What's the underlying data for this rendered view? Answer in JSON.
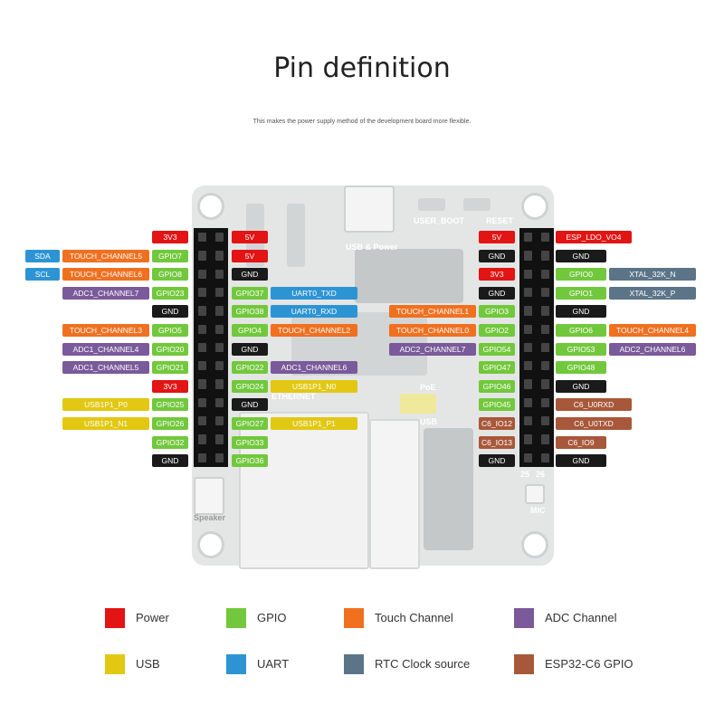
{
  "title": "Pin definition",
  "subtitle": "This makes the power supply method of the development board more flexible.",
  "colors": {
    "power": "#e21414",
    "gpio": "#72c83c",
    "touch": "#f07020",
    "adc": "#7a5a9a",
    "usb": "#e2c812",
    "uart": "#2d94d4",
    "rtc": "#5c7488",
    "c6": "#a8583a",
    "gnd": "#1a1a1a"
  },
  "board": {
    "usb_power": "USB & Power",
    "user_boot": "USER_BOOT",
    "reset": "RESET",
    "ethernet": "ETHERNET",
    "poe": "PoE",
    "usb": "USB",
    "speaker": "Speaker",
    "mic": "MIC",
    "pin_25": "25",
    "pin_26": "26"
  },
  "left_header": {
    "outer": [
      {
        "text": "3V3",
        "type": "power",
        "extras": []
      },
      {
        "text": "GPIO7",
        "type": "gpio",
        "extras": [
          {
            "text": "TOUCH_CHANNEL5",
            "type": "touch"
          },
          {
            "text": "SDA",
            "type": "uart"
          }
        ]
      },
      {
        "text": "GPIO8",
        "type": "gpio",
        "extras": [
          {
            "text": "TOUCH_CHANNEL6",
            "type": "touch"
          },
          {
            "text": "SCL",
            "type": "uart"
          }
        ]
      },
      {
        "text": "GPIO23",
        "type": "gpio",
        "extras": [
          {
            "text": "ADC1_CHANNEL7",
            "type": "adc"
          }
        ]
      },
      {
        "text": "GND",
        "type": "gnd",
        "extras": []
      },
      {
        "text": "GPIO5",
        "type": "gpio",
        "extras": [
          {
            "text": "TOUCH_CHANNEL3",
            "type": "touch"
          }
        ]
      },
      {
        "text": "GPIO20",
        "type": "gpio",
        "extras": [
          {
            "text": "ADC1_CHANNEL4",
            "type": "adc"
          }
        ]
      },
      {
        "text": "GPIO21",
        "type": "gpio",
        "extras": [
          {
            "text": "ADC1_CHANNEL5",
            "type": "adc"
          }
        ]
      },
      {
        "text": "3V3",
        "type": "power",
        "extras": []
      },
      {
        "text": "GPIO25",
        "type": "gpio",
        "extras": [
          {
            "text": "USB1P1_P0",
            "type": "usb"
          }
        ]
      },
      {
        "text": "GPIO26",
        "type": "gpio",
        "extras": [
          {
            "text": "USB1P1_N1",
            "type": "usb"
          }
        ]
      },
      {
        "text": "GPIO32",
        "type": "gpio",
        "extras": []
      },
      {
        "text": "GND",
        "type": "gnd",
        "extras": []
      }
    ],
    "inner": [
      {
        "text": "5V",
        "type": "power",
        "extras": []
      },
      {
        "text": "5V",
        "type": "power",
        "extras": []
      },
      {
        "text": "GND",
        "type": "gnd",
        "extras": []
      },
      {
        "text": "GPIO37",
        "type": "gpio",
        "extras": [
          {
            "text": "UART0_TXD",
            "type": "uart"
          }
        ]
      },
      {
        "text": "GPIO38",
        "type": "gpio",
        "extras": [
          {
            "text": "UART0_RXD",
            "type": "uart"
          }
        ]
      },
      {
        "text": "GPIO4",
        "type": "gpio",
        "extras": [
          {
            "text": "TOUCH_CHANNEL2",
            "type": "touch"
          }
        ]
      },
      {
        "text": "GND",
        "type": "gnd",
        "extras": []
      },
      {
        "text": "GPIO22",
        "type": "gpio",
        "extras": [
          {
            "text": "ADC1_CHANNEL6",
            "type": "adc"
          }
        ]
      },
      {
        "text": "GPIO24",
        "type": "gpio",
        "extras": [
          {
            "text": "USB1P1_N0",
            "type": "usb"
          }
        ]
      },
      {
        "text": "GND",
        "type": "gnd",
        "extras": []
      },
      {
        "text": "GPIO27",
        "type": "gpio",
        "extras": [
          {
            "text": "USB1P1_P1",
            "type": "usb"
          }
        ]
      },
      {
        "text": "GPIO33",
        "type": "gpio",
        "extras": []
      },
      {
        "text": "GPIO36",
        "type": "gpio",
        "extras": []
      }
    ]
  },
  "right_header": {
    "inner": [
      {
        "text": "5V",
        "type": "power",
        "extras": []
      },
      {
        "text": "GND",
        "type": "gnd",
        "extras": []
      },
      {
        "text": "3V3",
        "type": "power",
        "extras": []
      },
      {
        "text": "GND",
        "type": "gnd",
        "extras": []
      },
      {
        "text": "GPIO3",
        "type": "gpio",
        "extras": [
          {
            "text": "TOUCH_CHANNEL1",
            "type": "touch"
          }
        ]
      },
      {
        "text": "GPIO2",
        "type": "gpio",
        "extras": [
          {
            "text": "TOUCH_CHANNEL0",
            "type": "touch"
          }
        ]
      },
      {
        "text": "GPIO54",
        "type": "gpio",
        "extras": [
          {
            "text": "ADC2_CHANNEL7",
            "type": "adc"
          }
        ]
      },
      {
        "text": "GPIO47",
        "type": "gpio",
        "extras": []
      },
      {
        "text": "GPIO46",
        "type": "gpio",
        "extras": []
      },
      {
        "text": "GPIO45",
        "type": "gpio",
        "extras": []
      },
      {
        "text": "C6_IO12",
        "type": "c6",
        "extras": []
      },
      {
        "text": "C6_IO13",
        "type": "c6",
        "extras": []
      },
      {
        "text": "GND",
        "type": "gnd",
        "extras": []
      }
    ],
    "outer": [
      {
        "text": "ESP_LDO_VO4",
        "type": "power",
        "extras": []
      },
      {
        "text": "GND",
        "type": "gnd",
        "extras": []
      },
      {
        "text": "GPIO0",
        "type": "gpio",
        "extras": [
          {
            "text": "XTAL_32K_N",
            "type": "rtc"
          }
        ]
      },
      {
        "text": "GPIO1",
        "type": "gpio",
        "extras": [
          {
            "text": "XTAL_32K_P",
            "type": "rtc"
          }
        ]
      },
      {
        "text": "GND",
        "type": "gnd",
        "extras": []
      },
      {
        "text": "GPIO6",
        "type": "gpio",
        "extras": [
          {
            "text": "TOUCH_CHANNEL4",
            "type": "touch"
          }
        ]
      },
      {
        "text": "GPIO53",
        "type": "gpio",
        "extras": [
          {
            "text": "ADC2_CHANNEL6",
            "type": "adc"
          }
        ]
      },
      {
        "text": "GPIO48",
        "type": "gpio",
        "extras": []
      },
      {
        "text": "GND",
        "type": "gnd",
        "extras": []
      },
      {
        "text": "C6_U0RXD",
        "type": "c6",
        "extras": []
      },
      {
        "text": "C6_U0TXD",
        "type": "c6",
        "extras": []
      },
      {
        "text": "C6_IO9",
        "type": "c6",
        "extras": []
      },
      {
        "text": "GND",
        "type": "gnd",
        "extras": []
      }
    ]
  },
  "legend": [
    {
      "label": "Power",
      "type": "power"
    },
    {
      "label": "GPIO",
      "type": "gpio"
    },
    {
      "label": "Touch Channel",
      "type": "touch"
    },
    {
      "label": "ADC Channel",
      "type": "adc"
    },
    {
      "label": "USB",
      "type": "usb"
    },
    {
      "label": "UART",
      "type": "uart"
    },
    {
      "label": "RTC Clock source",
      "type": "rtc"
    },
    {
      "label": "ESP32-C6 GPIO",
      "type": "c6"
    }
  ]
}
